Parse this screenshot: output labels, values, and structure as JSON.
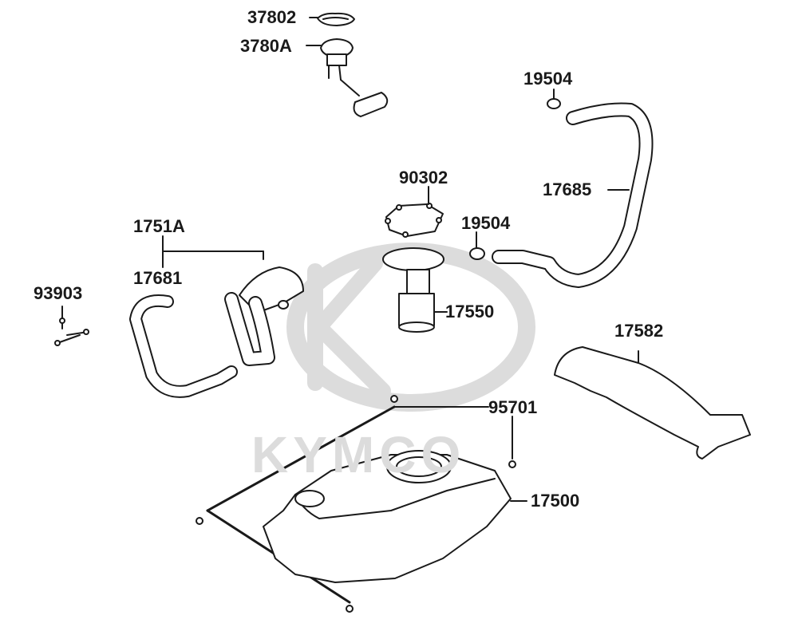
{
  "brand": {
    "watermark_text": "KYMCO",
    "watermark_color": "#dcdcdc"
  },
  "colors": {
    "ink": "#1a1a1a",
    "fill": "#ffffff",
    "watermark": "#dcdcdc"
  },
  "parts": {
    "p37802": "37802",
    "p3780A": "3780A",
    "p19504_top": "19504",
    "p90302": "90302",
    "p17685": "17685",
    "p19504_mid": "19504",
    "p1751A": "1751A",
    "p17681": "17681",
    "p93903": "93903",
    "p17550": "17550",
    "p17582": "17582",
    "p95701": "95701",
    "p17500": "17500"
  }
}
